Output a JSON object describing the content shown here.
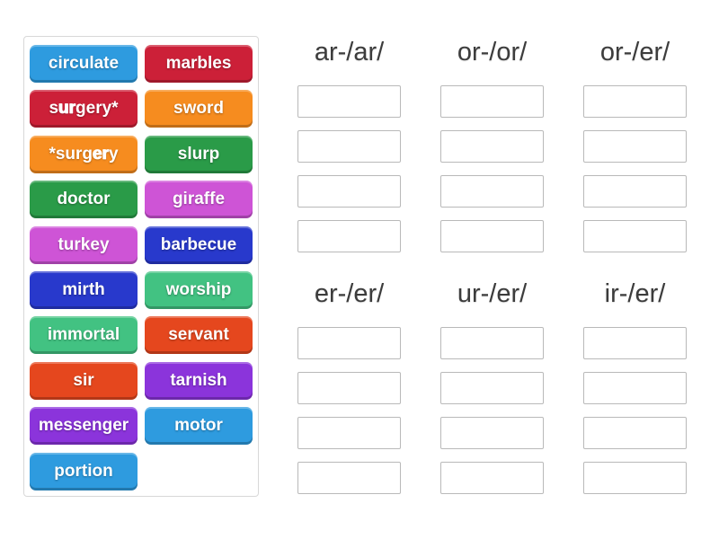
{
  "app": {
    "background": "#ffffff",
    "activity_type": "group-sort"
  },
  "palette": {
    "blue": "#2E9BDF",
    "red": "#CC2038",
    "orange": "#F68C1F",
    "green": "#2A9B48",
    "orchid": "#CE54D6",
    "dark_blue": "#2839CC",
    "sea_green": "#42C282",
    "orange_red": "#E5471E",
    "purple": "#8B34DB",
    "header_text": "#3c3c3c",
    "slot_border": "#b9b9b9",
    "panel_border": "#d8d8d8",
    "tile_text": "#ffffff"
  },
  "word_bank": {
    "tiles": [
      {
        "label": "circulate",
        "color": "blue",
        "segments": [
          {
            "t": "circulate"
          }
        ]
      },
      {
        "label": "marbles",
        "color": "red",
        "segments": [
          {
            "t": "marbles"
          }
        ]
      },
      {
        "label": "surgery*",
        "color": "red",
        "segments": [
          {
            "t": "s"
          },
          {
            "t": "ur",
            "b": true
          },
          {
            "t": "gery*"
          }
        ]
      },
      {
        "label": "sword",
        "color": "orange",
        "segments": [
          {
            "t": "sword"
          }
        ]
      },
      {
        "label": "*surgery",
        "color": "orange",
        "segments": [
          {
            "t": "*surg"
          },
          {
            "t": "er",
            "b": true
          },
          {
            "t": "y"
          }
        ]
      },
      {
        "label": "slurp",
        "color": "green",
        "segments": [
          {
            "t": "slurp"
          }
        ]
      },
      {
        "label": "doctor",
        "color": "green",
        "segments": [
          {
            "t": "doctor"
          }
        ]
      },
      {
        "label": "giraffe",
        "color": "orchid",
        "segments": [
          {
            "t": "giraffe"
          }
        ]
      },
      {
        "label": "turkey",
        "color": "orchid",
        "segments": [
          {
            "t": "turkey"
          }
        ]
      },
      {
        "label": "barbecue",
        "color": "dark_blue",
        "segments": [
          {
            "t": "barbecue"
          }
        ]
      },
      {
        "label": "mirth",
        "color": "dark_blue",
        "segments": [
          {
            "t": "mirth"
          }
        ]
      },
      {
        "label": "worship",
        "color": "sea_green",
        "segments": [
          {
            "t": "worship"
          }
        ]
      },
      {
        "label": "immortal",
        "color": "sea_green",
        "segments": [
          {
            "t": "immortal"
          }
        ]
      },
      {
        "label": "servant",
        "color": "orange_red",
        "segments": [
          {
            "t": "servant"
          }
        ]
      },
      {
        "label": "sir",
        "color": "orange_red",
        "segments": [
          {
            "t": "sir"
          }
        ]
      },
      {
        "label": "tarnish",
        "color": "purple",
        "segments": [
          {
            "t": "tarnish"
          }
        ]
      },
      {
        "label": "messenger",
        "color": "purple",
        "segments": [
          {
            "t": "messenger"
          }
        ]
      },
      {
        "label": "motor",
        "color": "blue",
        "segments": [
          {
            "t": "motor"
          }
        ]
      },
      {
        "label": "portion",
        "color": "blue",
        "segments": [
          {
            "t": "portion"
          }
        ]
      }
    ]
  },
  "groups": [
    {
      "label": "ar-/ar/",
      "empty_slots": 4
    },
    {
      "label": "or-/or/",
      "empty_slots": 4
    },
    {
      "label": "or-/er/",
      "empty_slots": 4
    },
    {
      "label": "er-/er/",
      "empty_slots": 4
    },
    {
      "label": "ur-/er/",
      "empty_slots": 4
    },
    {
      "label": "ir-/er/",
      "empty_slots": 4
    }
  ]
}
